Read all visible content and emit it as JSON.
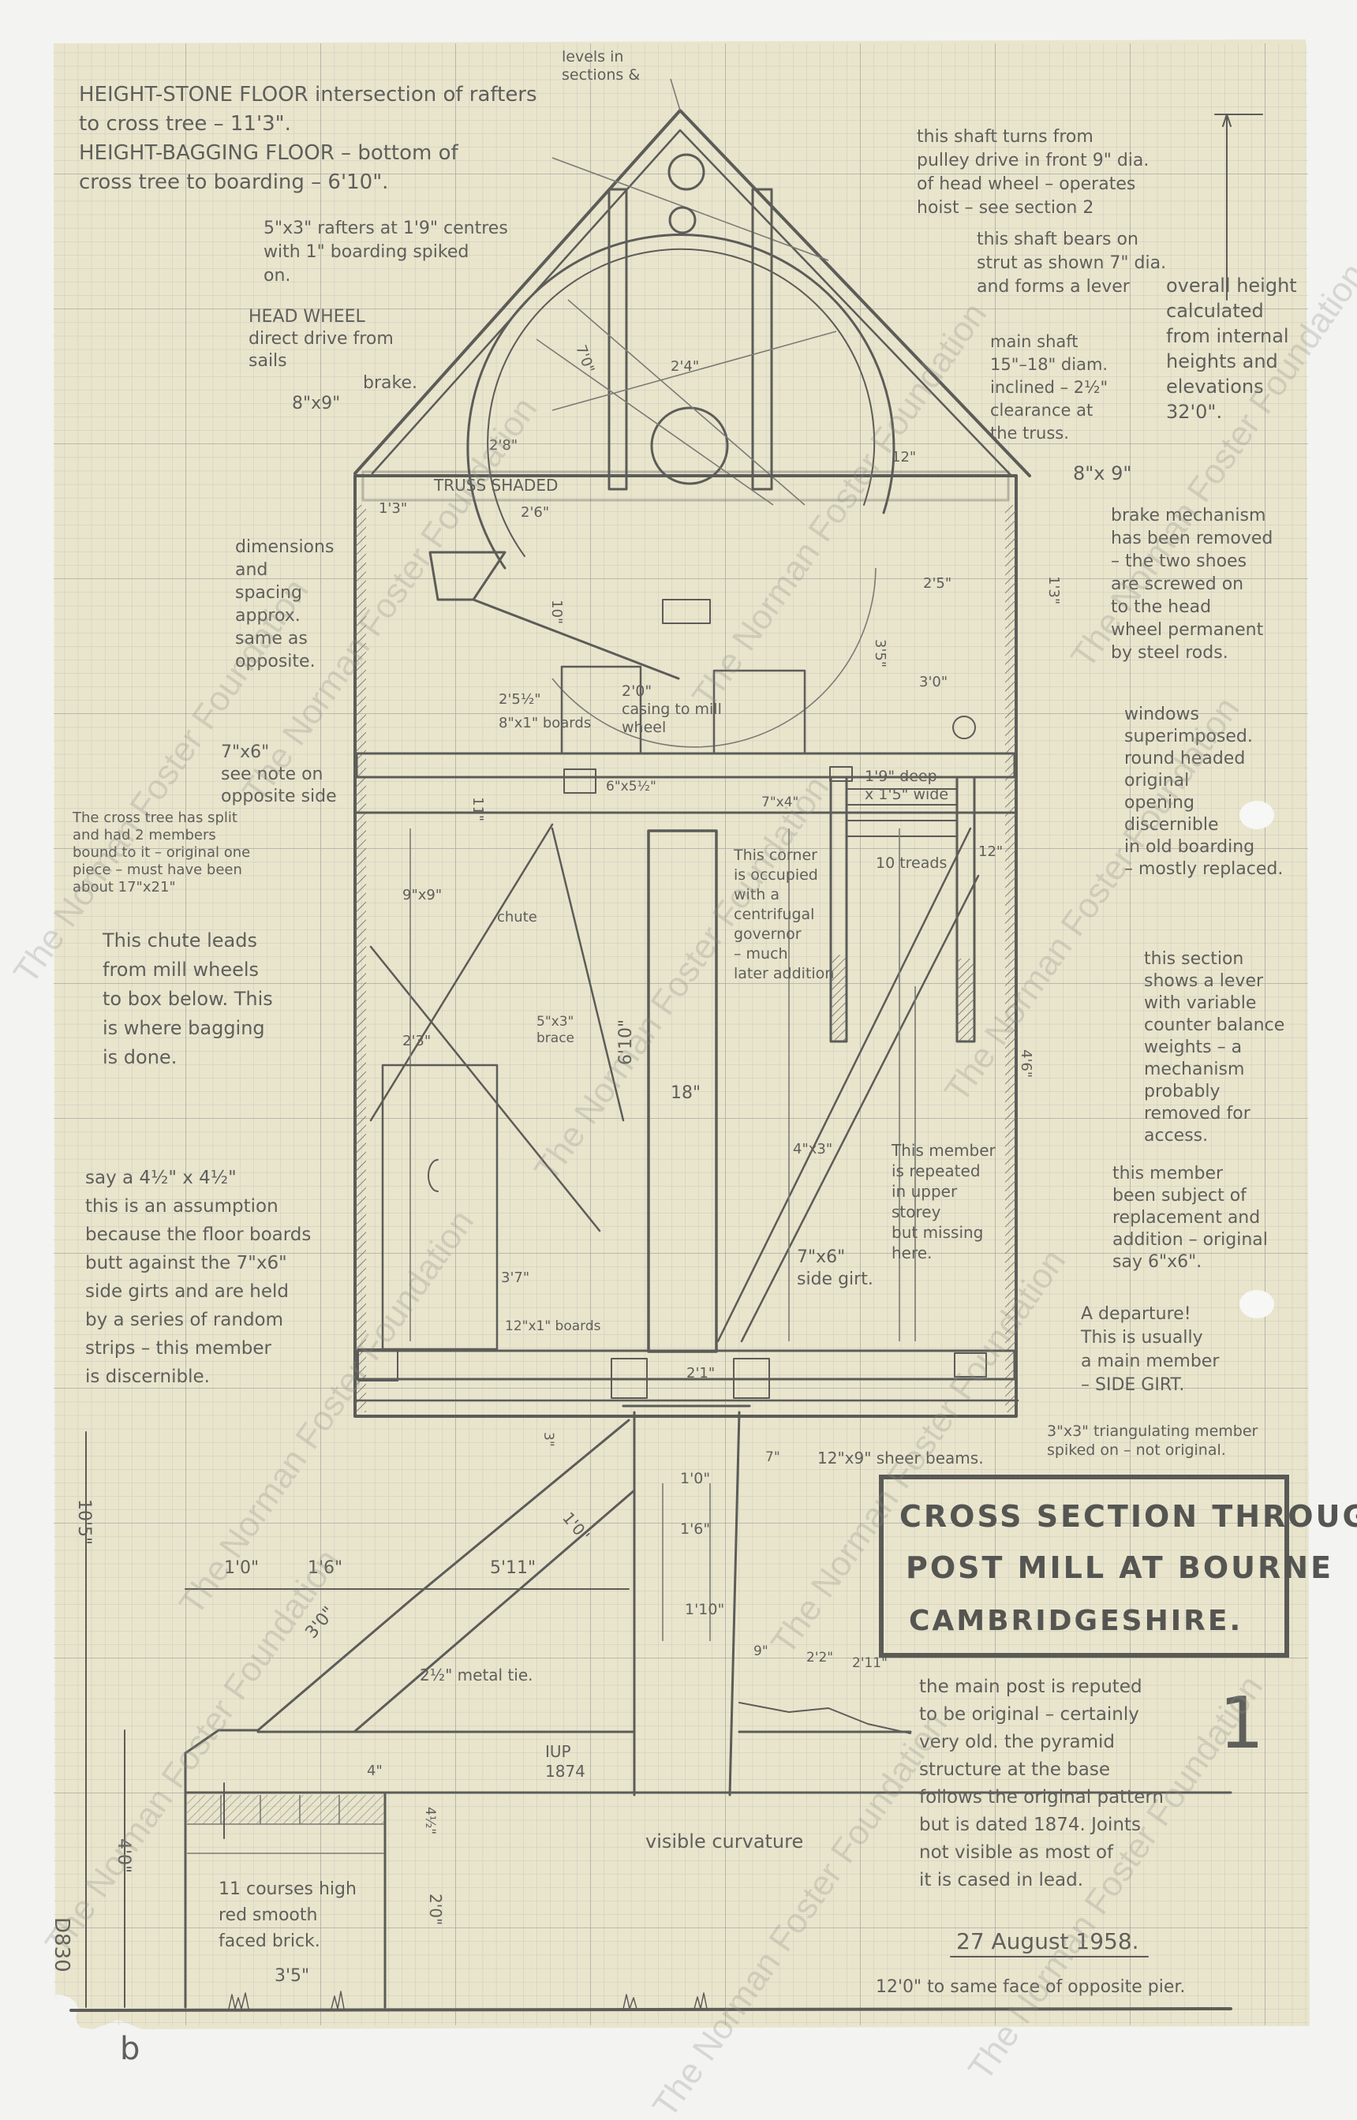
{
  "document": {
    "catalogue_number": "D830",
    "page_mark": "b",
    "sheet_number": "1"
  },
  "title": {
    "lines": [
      "CROSS SECTION THROUGH",
      "POST MILL AT BOURNE",
      "CAMBRIDGESHIRE."
    ]
  },
  "date": "27 August 1958.",
  "watermark": "The Norman Foster Foundation",
  "colors": {
    "paper": "#e9e5cd",
    "grid_minor": "#c9c8b6",
    "grid_major": "#a9aaa0",
    "pencil": "#5c5c58",
    "background": "#f3f3f1"
  },
  "notes": [
    {
      "id": "height",
      "lines": [
        "HEIGHT-STONE FLOOR intersection of rafters",
        "to cross tree – 11'3\".",
        "HEIGHT-BAGGING FLOOR – bottom of",
        "cross tree to boarding – 6'10\"."
      ]
    },
    {
      "id": "levels",
      "lines": [
        "levels in",
        "sections &"
      ]
    },
    {
      "id": "rafters",
      "lines": [
        "5\"x3\" rafters at 1'9\" centres",
        "with 1\" boarding spiked",
        "on."
      ]
    },
    {
      "id": "headwheel",
      "lines": [
        "HEAD WHEEL",
        "direct drive from",
        "sails"
      ]
    },
    {
      "id": "brake",
      "lines": [
        "brake."
      ]
    },
    {
      "id": "dim8x9L",
      "lines": [
        "8\"x9\""
      ]
    },
    {
      "id": "truss",
      "lines": [
        "TRUSS SHADED"
      ]
    },
    {
      "id": "shaftturns",
      "lines": [
        "this shaft turns from",
        "pulley drive in front 9\" dia.",
        "of head wheel – operates",
        "hoist – see section 2"
      ]
    },
    {
      "id": "shaftbears",
      "lines": [
        "this shaft bears on",
        "strut as shown 7\" dia.",
        "and forms a lever"
      ]
    },
    {
      "id": "mainshaft",
      "lines": [
        "main shaft",
        "15\"–18\" diam.",
        "inclined – 2½\"",
        "clearance at",
        "the truss."
      ]
    },
    {
      "id": "overall",
      "lines": [
        "overall height",
        "calculated",
        "from internal",
        "heights and",
        "elevations",
        "32'0\"."
      ]
    },
    {
      "id": "dim8x9R",
      "lines": [
        "8\"x 9\""
      ]
    },
    {
      "id": "brakemech",
      "lines": [
        "brake mechanism",
        "has been removed",
        "– the two shoes",
        "are screwed on",
        "to the head",
        "wheel permanent",
        "by steel rods."
      ]
    },
    {
      "id": "dimsapprox",
      "lines": [
        "dimensions",
        "and",
        "spacing",
        "approx.",
        "same as",
        "opposite."
      ]
    },
    {
      "id": "sevenxsix",
      "lines": [
        "7\"x6\"",
        "see note on",
        "opposite side"
      ]
    },
    {
      "id": "crosstree",
      "lines": [
        "The cross tree has split",
        "and had 2 members",
        "bound to it – original one",
        "piece – must have been",
        "about 17\"x21\""
      ]
    },
    {
      "id": "chute",
      "lines": [
        "This chute leads",
        "from mill wheels",
        "to box below. This",
        "is where bagging",
        "is done."
      ]
    },
    {
      "id": "say",
      "lines": [
        "say a 4½\" x 4½\"",
        "this is an assumption",
        "because the floor boards",
        "butt against the 7\"x6\"",
        "side girts and are held",
        "by a series of random",
        "strips – this member",
        "is discernible."
      ]
    },
    {
      "id": "windows",
      "lines": [
        "windows",
        "superimposed.",
        "round headed",
        "original",
        "opening",
        "discernible",
        "in old boarding",
        "– mostly replaced."
      ]
    },
    {
      "id": "section",
      "lines": [
        "this section",
        "shows a lever",
        "with variable",
        "counter balance",
        "weights – a",
        "mechanism",
        "probably",
        "removed for",
        "access."
      ]
    },
    {
      "id": "member",
      "lines": [
        "this member",
        "been subject of",
        "replacement and",
        "addition – original",
        "say 6\"x6\"."
      ]
    },
    {
      "id": "departure",
      "lines": [
        "A departure!",
        "This is usually",
        "a main member",
        "– SIDE GIRT."
      ]
    },
    {
      "id": "triangulating",
      "lines": [
        "3\"x3\" triangulating member",
        "spiked on – not original."
      ]
    },
    {
      "id": "sheerbeams",
      "lines": [
        "12\"x9\" sheer beams."
      ]
    },
    {
      "id": "governor",
      "lines": [
        "This corner",
        "is occupied",
        "with a",
        "centrifugal",
        "governor",
        "– much",
        "later addition"
      ]
    },
    {
      "id": "treads",
      "lines": [
        "10 treads"
      ]
    },
    {
      "id": "deep",
      "lines": [
        "1'9\" deep",
        "x 1'5\" wide"
      ]
    },
    {
      "id": "seven4",
      "lines": [
        "7\"x4\""
      ]
    },
    {
      "id": "six55",
      "lines": [
        "6\"x5½\""
      ]
    },
    {
      "id": "nine9",
      "lines": [
        "9\"x9\""
      ]
    },
    {
      "id": "chutelabel",
      "lines": [
        "chute"
      ]
    },
    {
      "id": "brace",
      "lines": [
        "5\"x3\"",
        "brace"
      ]
    },
    {
      "id": "d610",
      "lines": [
        "6'10\""
      ]
    },
    {
      "id": "d18",
      "lines": [
        "18\""
      ]
    },
    {
      "id": "fourx3",
      "lines": [
        "4\"x3\""
      ]
    },
    {
      "id": "repeated",
      "lines": [
        "This member",
        "is repeated",
        "in upper",
        "storey",
        "but missing",
        "here."
      ]
    },
    {
      "id": "sidegirt",
      "lines": [
        "7\"x6\"",
        "side girt."
      ]
    },
    {
      "id": "boards12",
      "lines": [
        "12\"x1\" boards"
      ]
    },
    {
      "id": "two1",
      "lines": [
        "2'1\""
      ]
    },
    {
      "id": "casing",
      "lines": [
        "2'0\"",
        "casing to mill",
        "wheel"
      ]
    },
    {
      "id": "girtboards",
      "lines": [
        "2'5½\"",
        "8\"x1\" boards"
      ]
    },
    {
      "id": "d13a",
      "lines": [
        "1'3\""
      ]
    },
    {
      "id": "d26",
      "lines": [
        "2'6\""
      ]
    },
    {
      "id": "d24",
      "lines": [
        "2'4\""
      ]
    },
    {
      "id": "d70",
      "lines": [
        "7'0\""
      ]
    },
    {
      "id": "d28",
      "lines": [
        "2'8\""
      ]
    },
    {
      "id": "d12",
      "lines": [
        "12\""
      ]
    },
    {
      "id": "d25",
      "lines": [
        "2'5\""
      ]
    },
    {
      "id": "d35",
      "lines": [
        "3'5\""
      ]
    },
    {
      "id": "d13b",
      "lines": [
        "1'3\""
      ]
    },
    {
      "id": "d30",
      "lines": [
        "3'0\""
      ]
    },
    {
      "id": "d46",
      "lines": [
        "4'6\""
      ]
    },
    {
      "id": "d12b",
      "lines": [
        "12\""
      ]
    },
    {
      "id": "d11",
      "lines": [
        "11\""
      ]
    },
    {
      "id": "d23",
      "lines": [
        "2'3\""
      ]
    },
    {
      "id": "d37",
      "lines": [
        "3'7\""
      ]
    },
    {
      "id": "d10",
      "lines": [
        "10\""
      ]
    },
    {
      "id": "b10",
      "lines": [
        "1'0\""
      ]
    },
    {
      "id": "b16",
      "lines": [
        "1'6\""
      ]
    },
    {
      "id": "b511",
      "lines": [
        "5'11\""
      ]
    },
    {
      "id": "b30",
      "lines": [
        "3'0\""
      ]
    },
    {
      "id": "metaltie",
      "lines": [
        "2½\" metal tie."
      ]
    },
    {
      "id": "b10s",
      "lines": [
        "1'0\""
      ]
    },
    {
      "id": "iup",
      "lines": [
        "IUP",
        "1874"
      ]
    },
    {
      "id": "b4",
      "lines": [
        "4\""
      ]
    },
    {
      "id": "courses",
      "lines": [
        "11 courses high",
        "red smooth",
        "faced brick."
      ]
    },
    {
      "id": "b35",
      "lines": [
        "3'5\""
      ]
    },
    {
      "id": "b20",
      "lines": [
        "2'0\""
      ]
    },
    {
      "id": "b45",
      "lines": [
        "4½\""
      ]
    },
    {
      "id": "b105",
      "lines": [
        "10'5\""
      ]
    },
    {
      "id": "b40",
      "lines": [
        "4'0\""
      ]
    },
    {
      "id": "p10",
      "lines": [
        "1'0\""
      ]
    },
    {
      "id": "p16",
      "lines": [
        "1'6\""
      ]
    },
    {
      "id": "p110",
      "lines": [
        "1'10\""
      ]
    },
    {
      "id": "p9",
      "lines": [
        "9\""
      ]
    },
    {
      "id": "p22",
      "lines": [
        "2'2\""
      ]
    },
    {
      "id": "p211",
      "lines": [
        "2'11\""
      ]
    },
    {
      "id": "p7",
      "lines": [
        "7\""
      ]
    },
    {
      "id": "p3",
      "lines": [
        "3\""
      ]
    },
    {
      "id": "curvature",
      "lines": [
        "visible curvature"
      ]
    },
    {
      "id": "oppositepier",
      "lines": [
        "12'0\" to same face of opposite pier."
      ]
    },
    {
      "id": "mainpost",
      "lines": [
        "the main post is reputed",
        "to be original – certainly",
        "very old. the pyramid",
        "structure at the base",
        "follows the original pattern",
        "but is dated 1874. Joints",
        "not visible as most of",
        "it is cased in lead."
      ]
    }
  ]
}
